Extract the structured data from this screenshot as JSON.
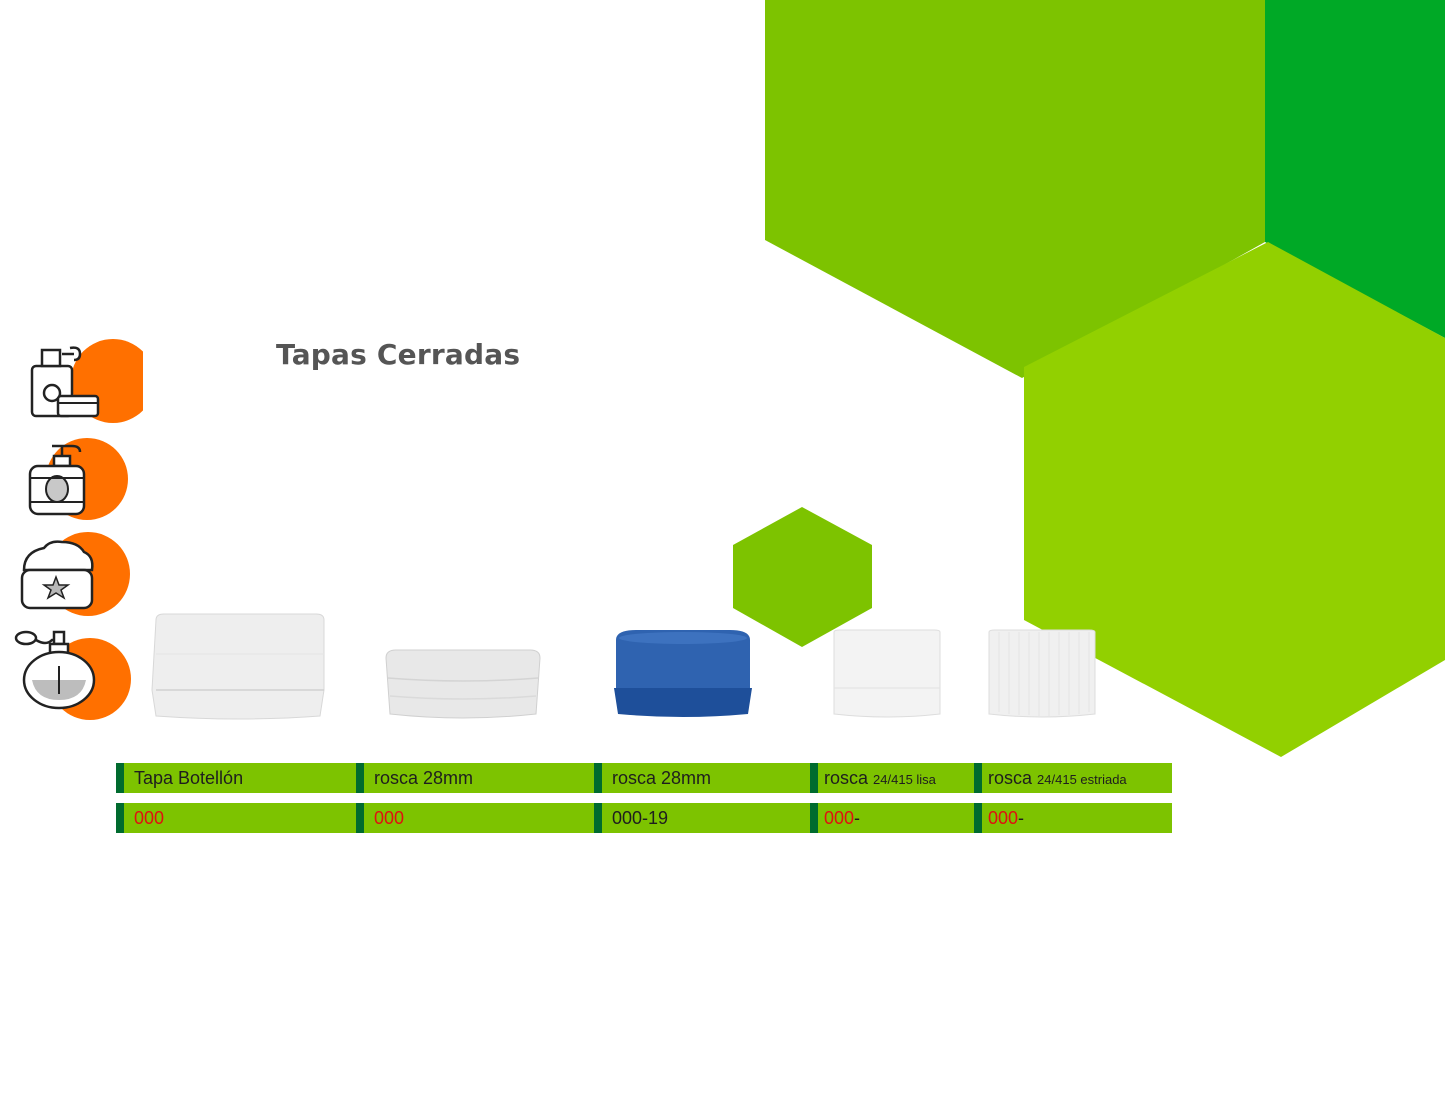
{
  "page": {
    "title": "Tapas Cerradas",
    "colors": {
      "hex_green": "#7dc300",
      "hex_dark_green": "#00a926",
      "hex_light_green": "#92d000",
      "icon_orange": "#ff7000",
      "band_green": "#7dc300",
      "band_marker": "#006b2e",
      "code_red": "#e01010"
    }
  },
  "categories": [
    {
      "icon": "cosmetics-bottles-icon"
    },
    {
      "icon": "soap-dispenser-icon"
    },
    {
      "icon": "cream-jar-icon"
    },
    {
      "icon": "perfume-atomizer-icon"
    }
  ],
  "products": [
    {
      "name_main": "Tapa Botellón",
      "name_small": "",
      "code": "000",
      "code_suffix": "",
      "code_style": "red",
      "cap_color": "#f1f1f1"
    },
    {
      "name_main": "rosca 28mm",
      "name_small": "",
      "code": "000",
      "code_suffix": "",
      "code_style": "red",
      "cap_color": "#ececec"
    },
    {
      "name_main": "rosca 28mm",
      "name_small": "",
      "code": "000-19",
      "code_suffix": "",
      "code_style": "dark",
      "cap_color": "#2f63b0"
    },
    {
      "name_main": "rosca ",
      "name_small": "24/415 lisa",
      "code": "000",
      "code_suffix": "-",
      "code_style": "red",
      "cap_color": "#f3f3f3"
    },
    {
      "name_main": "rosca ",
      "name_small": "24/415 estriada",
      "code": "000",
      "code_suffix": "-",
      "code_style": "red",
      "cap_color": "#f0f0f0"
    }
  ]
}
